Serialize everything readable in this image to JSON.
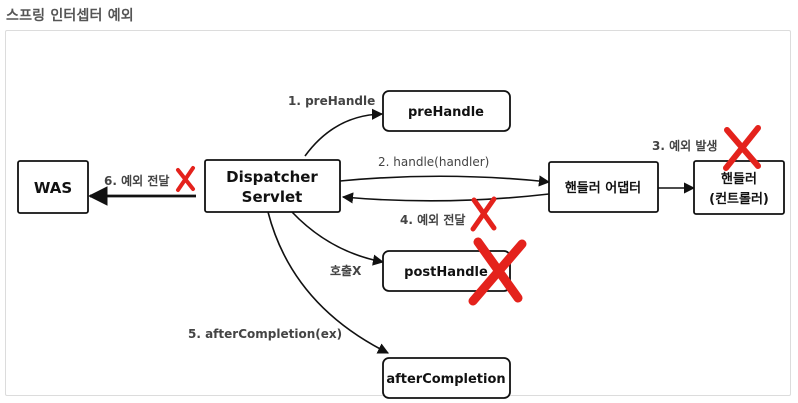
{
  "title": "스프링 인터셉터 예외",
  "nodes": {
    "was": "WAS",
    "dispatcher_line1": "Dispatcher",
    "dispatcher_line2": "Servlet",
    "prehandle": "preHandle",
    "adapter": "핸들러 어댑터",
    "handler_line1": "핸들러",
    "handler_line2": "(컨트롤러)",
    "posthandle": "postHandle",
    "aftercompletion": "afterCompletion"
  },
  "edges": {
    "prehandle": "1. preHandle",
    "handle": "2. handle(handler)",
    "exception_occurred": "3. 예외 발생",
    "exception_passed_back": "4. 예외 전달",
    "no_call": "호출X",
    "aftercompletion": "5. afterCompletion(ex)",
    "exception_to_was": "6. 예외 전달"
  },
  "colors": {
    "cross": "#e4221c",
    "stroke": "#111111",
    "label": "#444444",
    "title": "#555555"
  }
}
